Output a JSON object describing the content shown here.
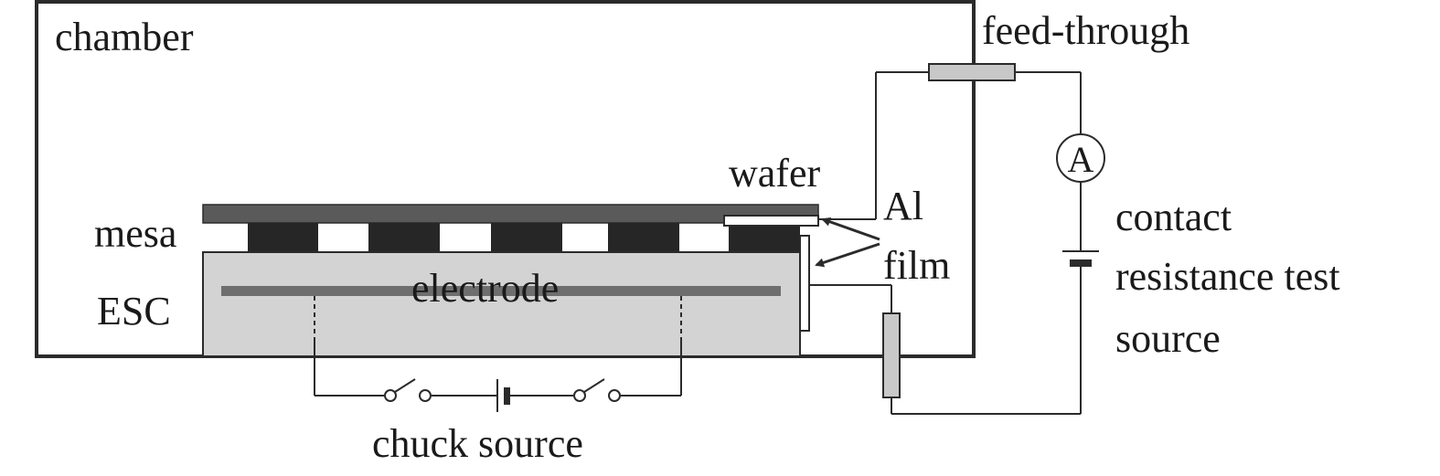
{
  "labels": {
    "chamber": "chamber",
    "feed_through": "feed-through",
    "wafer": "wafer",
    "mesa": "mesa",
    "esc": "ESC",
    "electrode": "electrode",
    "al_film_line1": "Al",
    "al_film_line2": "film",
    "ammeter": "A",
    "contact_line1": "contact",
    "contact_line2": "resistance test",
    "contact_line3": "source",
    "chuck_source": "chuck source"
  },
  "colors": {
    "line": "#2b2b2b",
    "wafer": "#5a5a5a",
    "mesa": "#262626",
    "esc_body": "#d3d3d3",
    "electrode": "#6e6e6e",
    "feed_through": "#c8c8c8",
    "resistor": "#c8c8c8"
  },
  "icons": {
    "ammeter": "ammeter-icon",
    "battery": "battery-icon",
    "switch": "switch-icon",
    "resistor": "resistor-icon"
  }
}
